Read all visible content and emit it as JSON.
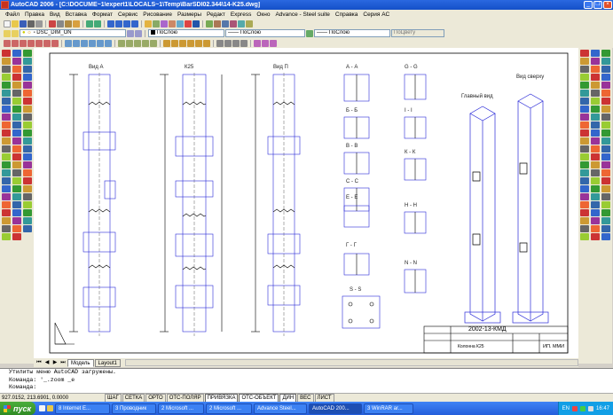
{
  "window": {
    "title": "AutoCAD 2006 - [C:\\DOCUME~1\\expert1\\LOCALS~1\\Temp\\BarSDI02.344\\14-K25.dwg]"
  },
  "menu": [
    "Файл",
    "Правка",
    "Вид",
    "Вставка",
    "Формат",
    "Сервис",
    "Рисование",
    "Размеры",
    "Редакт",
    "Express",
    "Окно",
    "Advance - Steel suite",
    "Справка",
    "Серия АС"
  ],
  "toolbar": {
    "layer_name": "DSC_DIM_ON",
    "color_value": "ПоСлою",
    "linetype_value": "ПоСлою",
    "lineweight_value": "ПоСлою",
    "plotstyle_value": "ПоЦвету"
  },
  "drawing": {
    "views": [
      {
        "label": "Вид А"
      },
      {
        "label": "К25"
      },
      {
        "label": "Вид П"
      }
    ],
    "view_top": "Вид сверху",
    "view_main": "Главный вид",
    "sections": [
      "А - А",
      "Б - Б",
      "В - В",
      "С - С",
      "Е - Е",
      "Г - Г",
      "S - S",
      "G - G",
      "I - I",
      "К - К",
      "Н - Н",
      "N - N"
    ],
    "title_block": {
      "code": "2002-13-КМД",
      "name": "Колонна К25",
      "format": "ИП. ММИ"
    }
  },
  "layout_tabs": [
    "Модель",
    "Layout1"
  ],
  "command_line": [
    "Утилиты меню AutoCAD загружены.",
    "Команда: '_.zoom _e",
    "Команда:"
  ],
  "status": {
    "coordinates": "927.0152, 213.6901, 0.0000",
    "buttons": [
      "ШАГ",
      "СЕТКА",
      "ОРТО",
      "ОТС-ПОЛЯР",
      "ПРИВЯЗКА",
      "ОТС-ОБЪЕКТ",
      "ДИН",
      "ВЕС",
      "ЛИСТ"
    ]
  },
  "taskbar": {
    "start_label": "пуск",
    "tasks": [
      "8 Internet E...",
      "3 Проводник",
      "2 Microsoft ...",
      "2 Microsoft ...",
      "Advance Steel...",
      "AutoCAD 200...",
      "3 WinRAR ar..."
    ],
    "active_task_index": 5,
    "language": "EN",
    "clock": "16:47"
  }
}
